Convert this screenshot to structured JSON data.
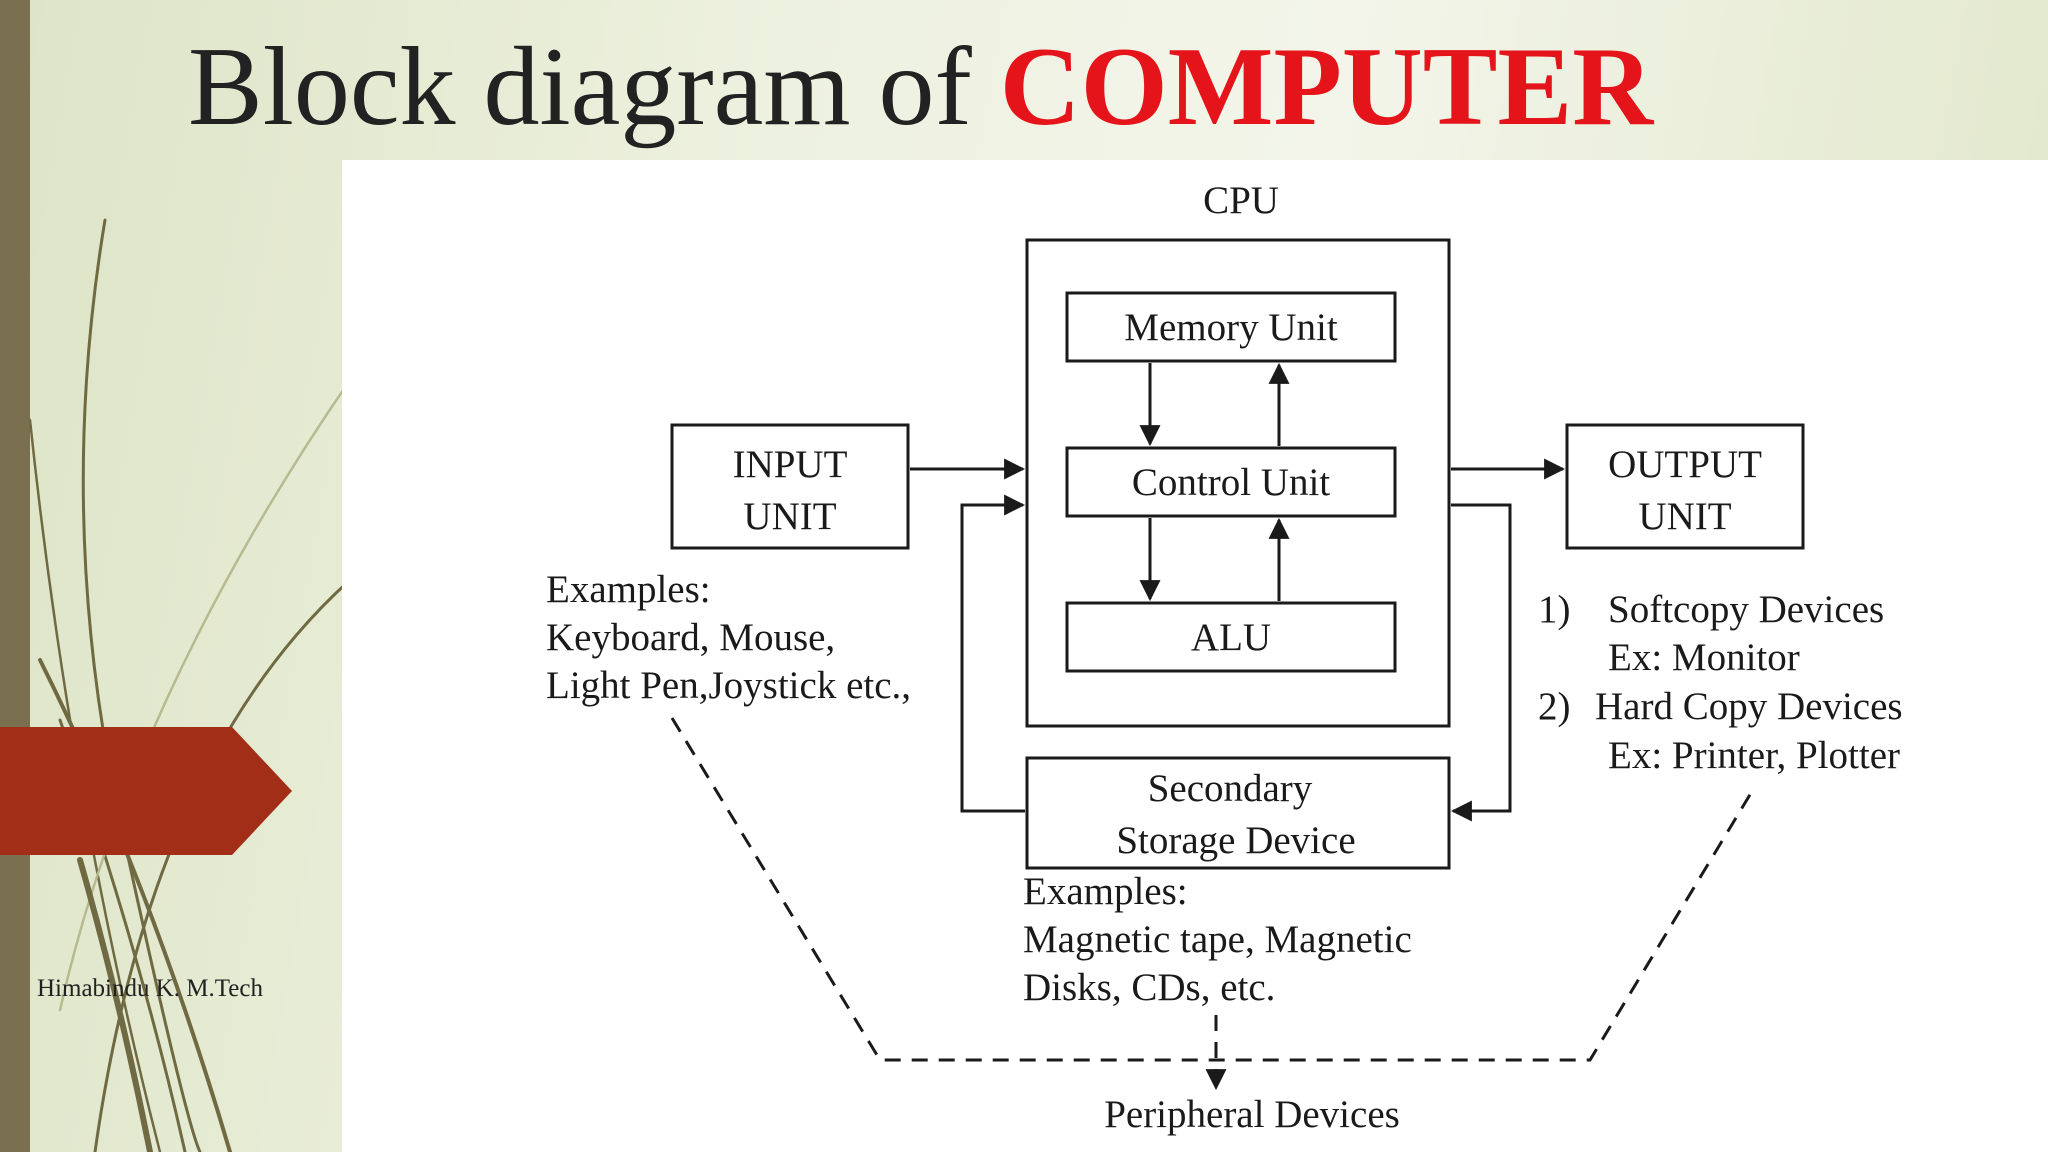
{
  "slide": {
    "title_prefix": "Block diagram of ",
    "title_accent": "COMPUTER",
    "author": "Himabindu K.  M.Tech",
    "colors": {
      "accent_title": "#e5131a",
      "tab_red": "#a32e17",
      "left_bar": "#7a6f4f"
    }
  },
  "diagram": {
    "cpu_label": "CPU",
    "memory_unit": "Memory Unit",
    "control_unit": "Control Unit",
    "alu": "ALU",
    "input_unit": [
      "INPUT",
      "UNIT"
    ],
    "output_unit": [
      "OUTPUT",
      "UNIT"
    ],
    "secondary_storage": [
      "Secondary",
      "Storage Device"
    ],
    "input_examples": [
      "Examples:",
      "Keyboard, Mouse,",
      "Light Pen,Joystick etc.,"
    ],
    "output_examples": {
      "item1_number": "1)",
      "item1_text": "Softcopy Devices",
      "item1_example": "Ex: Monitor",
      "item2_number": "2)",
      "item2_text": "Hard Copy Devices",
      "item2_example": "Ex: Printer, Plotter"
    },
    "storage_examples": [
      "Examples:",
      "Magnetic tape, Magnetic",
      "Disks, CDs, etc."
    ],
    "peripheral_label": "Peripheral Devices"
  }
}
